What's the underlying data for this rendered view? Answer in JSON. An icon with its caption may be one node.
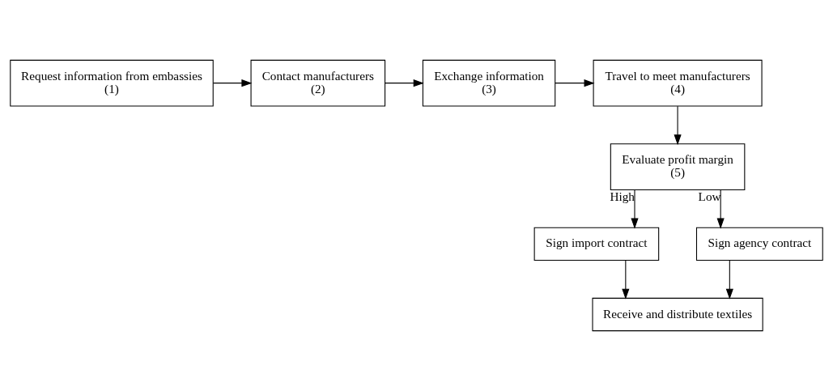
{
  "diagram": {
    "nodes": [
      {
        "text": [
          "Request information from embassies",
          "(1)"
        ]
      },
      {
        "text": [
          "Contact manufacturers",
          "(2)"
        ]
      },
      {
        "text": [
          "Exchange information",
          "(3)"
        ]
      },
      {
        "text": [
          "Travel to meet manufacturers",
          "(4)"
        ]
      },
      {
        "text": [
          "Evaluate profit margin",
          "(5)"
        ]
      },
      {
        "text": [
          "Sign import contract"
        ]
      },
      {
        "text": [
          "Sign agency contract"
        ]
      },
      {
        "text": [
          "Receive and distribute textiles"
        ]
      }
    ],
    "edges": [
      {
        "from": 0,
        "to": 1,
        "arrow": "to"
      },
      {
        "from": 1,
        "to": 2,
        "arrow": "to"
      },
      {
        "from": 2,
        "to": 3,
        "arrow": "to"
      },
      {
        "from": 3,
        "to": 4,
        "arrow": "to"
      },
      {
        "from": 4,
        "to": 5,
        "arrow": "to",
        "label": "High"
      },
      {
        "from": 4,
        "to": 6,
        "arrow": "to",
        "label": "Low"
      },
      {
        "from": 5,
        "to": 7,
        "arrow": "to"
      },
      {
        "from": 6,
        "to": 7,
        "arrow": "to"
      }
    ]
  }
}
